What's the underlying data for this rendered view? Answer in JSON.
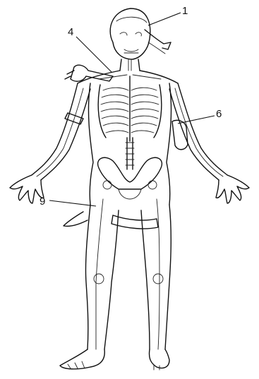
{
  "figure": {
    "labels": [
      {
        "id": "label-1",
        "text": "1"
      },
      {
        "id": "label-4",
        "text": "4"
      },
      {
        "id": "label-6",
        "text": "6"
      },
      {
        "id": "label-9",
        "text": "9"
      }
    ]
  },
  "colors": {
    "ink": "#111111",
    "background": "#ffffff"
  }
}
